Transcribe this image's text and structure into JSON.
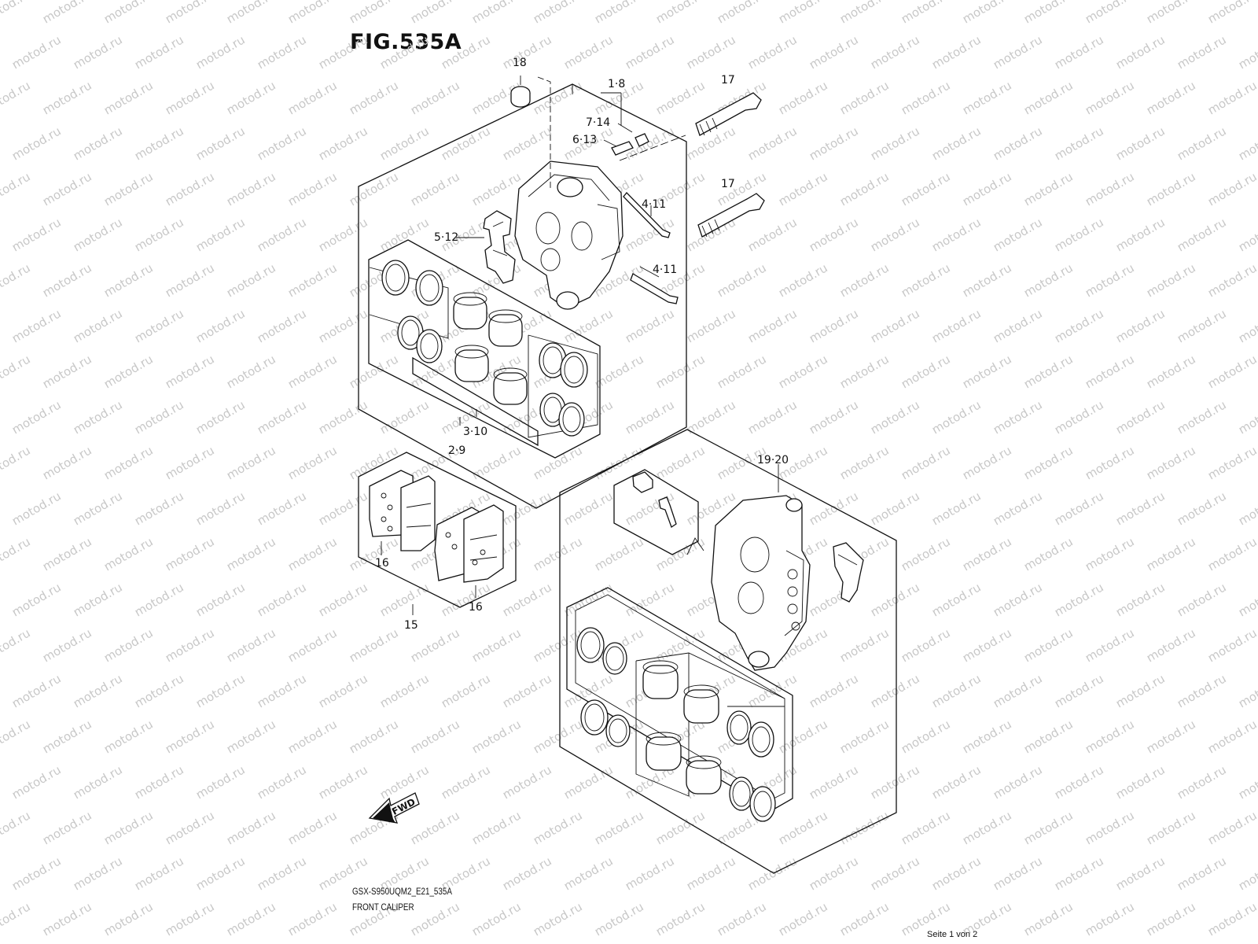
{
  "figure": {
    "title": "FIG.535A",
    "model_code": "GSX-S950UQM2_E21_535A",
    "section_name": "FRONT CALIPER",
    "page_indicator": "Seite 1 von 2",
    "watermark_text": "motod.ru",
    "fwd_arrow_label": "FWD"
  },
  "callouts": [
    {
      "id": "c18",
      "label": "18"
    },
    {
      "id": "c1_8",
      "label": "1·8"
    },
    {
      "id": "c17a",
      "label": "17"
    },
    {
      "id": "c7_14",
      "label": "7·14"
    },
    {
      "id": "c6_13",
      "label": "6·13"
    },
    {
      "id": "c17b",
      "label": "17"
    },
    {
      "id": "c4_11a",
      "label": "4·11"
    },
    {
      "id": "c5_12",
      "label": "5·12"
    },
    {
      "id": "c4_11b",
      "label": "4·11"
    },
    {
      "id": "c3_10",
      "label": "3·10"
    },
    {
      "id": "c2_9",
      "label": "2·9"
    },
    {
      "id": "c19_20",
      "label": "19·20"
    },
    {
      "id": "c16a",
      "label": "16"
    },
    {
      "id": "c16b",
      "label": "16"
    },
    {
      "id": "c15",
      "label": "15"
    }
  ],
  "colors": {
    "line": "#111111",
    "watermark": "#c8c8c8",
    "background": "#ffffff"
  }
}
